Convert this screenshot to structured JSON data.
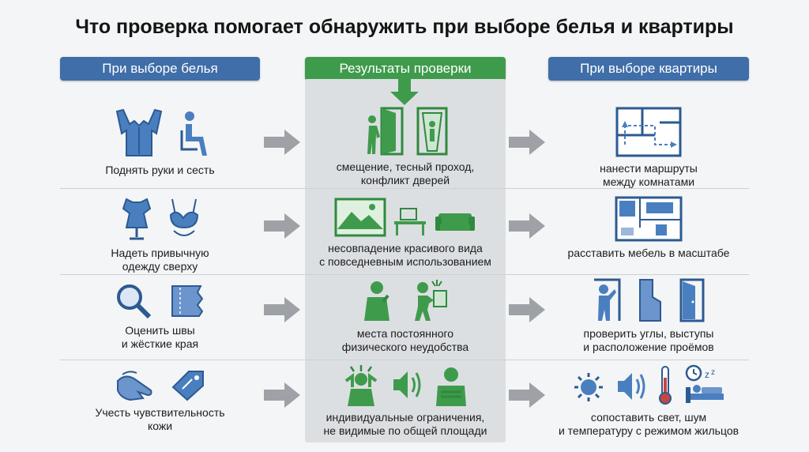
{
  "title": "Что проверка помогает обнаружить при выборе белья и квартиры",
  "headers": {
    "left": "При выборе белья",
    "middle": "Результаты проверки",
    "right": "При выборе квартиры"
  },
  "colors": {
    "blue": "#3f6ea8",
    "green": "#3f9b4c",
    "arrow_gray": "#9ea2a6",
    "panel": "#dcdfe2"
  },
  "rows": [
    {
      "left": [
        "Поднять руки и сесть"
      ],
      "middle": [
        "смещение, тесный проход,",
        "конфликт дверей"
      ],
      "right": [
        "нанести маршруты",
        "между комнатами"
      ],
      "icons": {
        "left": [
          "shirt-arms-up-icon",
          "seated-person-icon"
        ],
        "middle": [
          "person-at-door-icon",
          "narrow-corridor-icon"
        ],
        "right": [
          "floor-plan-routes-icon"
        ]
      }
    },
    {
      "left": [
        "Надеть привычную",
        "одежду сверху"
      ],
      "middle": [
        "несовпадение красивого вида",
        "с повседневным использованием"
      ],
      "right": [
        "расставить мебель в масштабе"
      ],
      "icons": {
        "left": [
          "dress-form-icon",
          "bra-icon"
        ],
        "middle": [
          "window-view-icon",
          "desk-icon",
          "sofa-icon"
        ],
        "right": [
          "furniture-plan-icon"
        ]
      }
    },
    {
      "left": [
        "Оценить швы",
        "и жёсткие края"
      ],
      "middle": [
        "места постоянного",
        "физического неудобства"
      ],
      "right": [
        "проверить углы, выступы",
        "и расположение проёмов"
      ],
      "icons": {
        "left": [
          "magnifier-icon",
          "fabric-edge-icon"
        ],
        "middle": [
          "person-discomfort-icon",
          "person-bumping-icon"
        ],
        "right": [
          "person-corner-icon",
          "wall-ledge-icon",
          "door-opening-icon"
        ]
      }
    },
    {
      "left": [
        "Учесть чувствительность",
        "кожи"
      ],
      "middle": [
        "индивидуальные ограничения,",
        "не видимые по общей площади"
      ],
      "right": [
        "сопоставить свет, шум",
        "и температуру с режимом жильцов"
      ],
      "icons": {
        "left": [
          "hand-touch-icon",
          "price-tag-icon"
        ],
        "middle": [
          "stressed-person-icon",
          "speaker-icon",
          "cold-person-icon"
        ],
        "right": [
          "sun-icon",
          "speaker-icon",
          "thermometer-icon",
          "sleep-clock-icon"
        ]
      }
    }
  ]
}
